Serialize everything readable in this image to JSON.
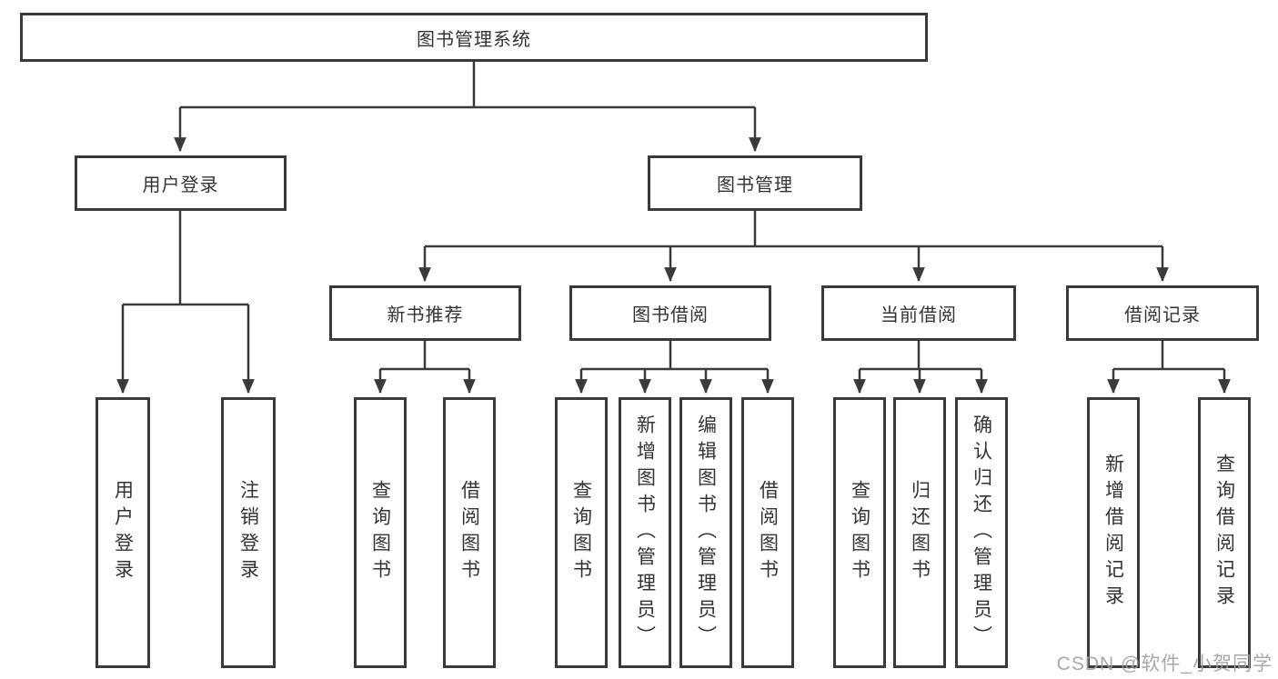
{
  "diagram": {
    "root": {
      "label": "图书管理系统"
    },
    "level2": [
      {
        "label": "用户登录",
        "children": [
          {
            "label": "用户登录"
          },
          {
            "label": "注销登录"
          }
        ]
      },
      {
        "label": "图书管理",
        "children": [
          {
            "label": "新书推荐",
            "children": [
              {
                "label": "查询图书"
              },
              {
                "label": "借阅图书"
              }
            ]
          },
          {
            "label": "图书借阅",
            "children": [
              {
                "label": "查询图书"
              },
              {
                "label": "新增图书（管理员）"
              },
              {
                "label": "编辑图书（管理员）"
              },
              {
                "label": "借阅图书"
              }
            ]
          },
          {
            "label": "当前借阅",
            "children": [
              {
                "label": "查询图书"
              },
              {
                "label": "归还图书"
              },
              {
                "label": "确认归还（管理员）"
              }
            ]
          },
          {
            "label": "借阅记录",
            "children": [
              {
                "label": "新增借阅记录"
              },
              {
                "label": "查询借阅记录"
              }
            ]
          }
        ]
      }
    ],
    "watermark": "CSDN @软件_小贺同学",
    "colors": {
      "line": "#3a3a3a",
      "text": "#333333",
      "background": "#ffffff",
      "watermark": "#9e9e9e"
    }
  }
}
